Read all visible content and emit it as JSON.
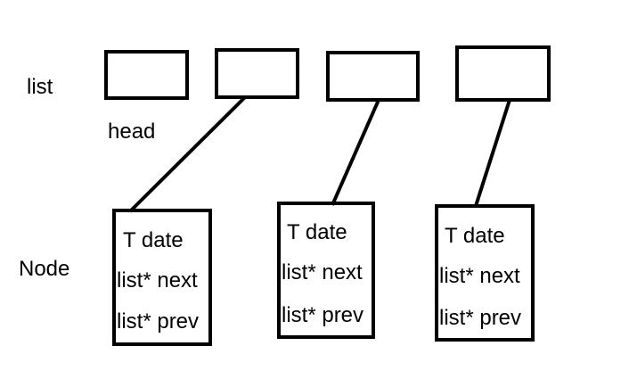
{
  "labels": {
    "list": "list",
    "head": "head",
    "node": "Node"
  },
  "nodes": [
    {
      "date": "T date",
      "next": "list* next",
      "prev": "list* prev"
    },
    {
      "date": "T date",
      "next": "list* next",
      "prev": "list* prev"
    },
    {
      "date": "T date",
      "next": "list* next",
      "prev": "list* prev"
    }
  ],
  "colors": {
    "stroke": "#000000",
    "background": "#ffffff"
  }
}
